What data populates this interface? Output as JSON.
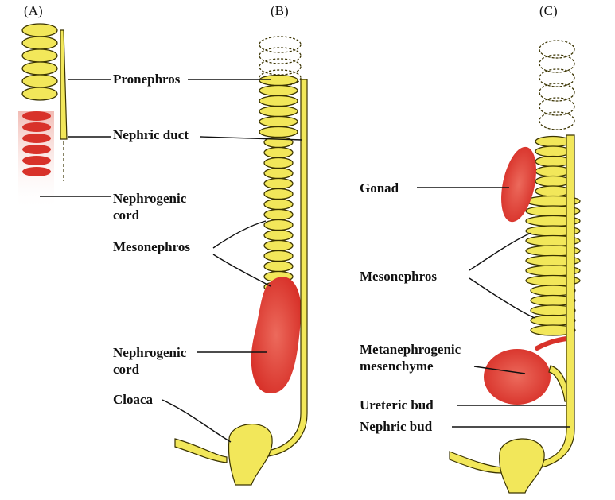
{
  "panels": [
    "(A)",
    "(B)",
    "(C)"
  ],
  "labels": {
    "pronephros": "Pronephros",
    "nephric_duct": "Nephric duct",
    "nephrogenic_cord_a_1": "Nephrogenic",
    "nephrogenic_cord_a_2": "cord",
    "mesonephros_b": "Mesonephros",
    "nephrogenic_cord_b_1": "Nephrogenic",
    "nephrogenic_cord_b_2": "cord",
    "cloaca": "Cloaca",
    "gonad": "Gonad",
    "mesonephros_c": "Mesonephros",
    "metanephrogenic_1": "Metanephrogenic",
    "metanephrogenic_2": "mesenchyme",
    "ureteric_bud": "Ureteric bud",
    "nephric_bud": "Nephric bud"
  },
  "colors": {
    "tubule_fill": "#f2e75a",
    "tubule_stroke": "#3a3300",
    "tissue_red": "#d8322a",
    "tissue_red_light": "#f0b4ac",
    "leader": "#111111"
  }
}
